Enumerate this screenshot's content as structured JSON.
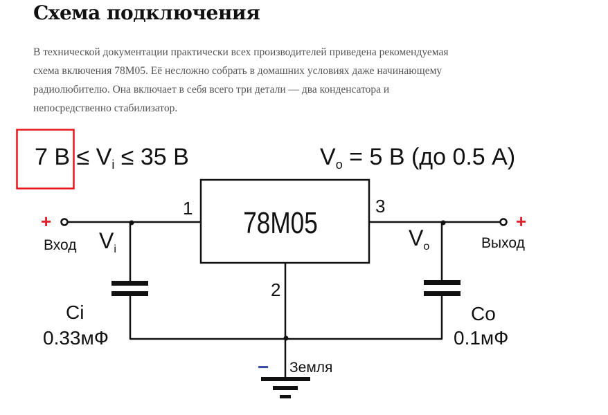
{
  "article": {
    "heading": "Схема подключения",
    "paragraph_lines": [
      "В технической документации практически всех производителей приведена рекомендуемая",
      "схема включения 78M05. Её несложно собрать в домашних условиях даже начинающему",
      "радиолюбителю. Она включает в себя всего три детали — два конденсатора и",
      "непосредственно стабилизатор."
    ]
  },
  "diagram": {
    "input_range": {
      "min": "7 В",
      "le1": "≤",
      "v": "V",
      "sub": "i",
      "le2": "≤",
      "max": "35 В"
    },
    "output_spec": {
      "v": "V",
      "sub": "o",
      "rest": "= 5 В (до 0.5 А)"
    },
    "chip_label": "78M05",
    "pins": {
      "pin1": "1",
      "pin2": "2",
      "pin3": "3"
    },
    "input": {
      "plus": "+",
      "label": "Вход",
      "v": "V",
      "sub": "i"
    },
    "output": {
      "plus": "+",
      "label": "Выход",
      "v": "V",
      "sub": "o"
    },
    "ci": {
      "name": "Ci",
      "value": "0.33мФ"
    },
    "co": {
      "name": "Co",
      "value": "0.1мФ"
    },
    "ground": {
      "minus": "−",
      "label": "Земля"
    },
    "colors": {
      "plus": "#e0202a",
      "minus": "#3a4aa0",
      "highlight": "#e8151b",
      "line": "#111111"
    }
  }
}
